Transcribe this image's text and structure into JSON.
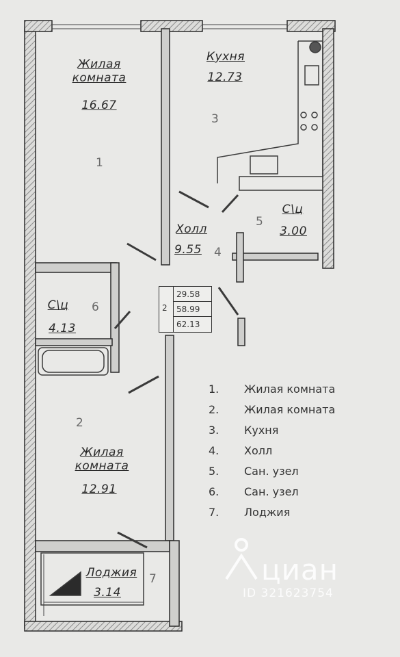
{
  "rooms": {
    "room1": {
      "label_line1": "Жилая",
      "label_line2": "комната",
      "area": "16.67",
      "number": "1"
    },
    "kitchen": {
      "label": "Кухня",
      "area": "12.73",
      "number": "3"
    },
    "hall": {
      "label": "Холл",
      "area": "9.55",
      "number": "4"
    },
    "bath5": {
      "label": "С\\ц",
      "area": "3.00",
      "number": "5"
    },
    "bath6": {
      "label": "С\\ц",
      "area": "4.13",
      "number": "6"
    },
    "room2": {
      "label_line1": "Жилая",
      "label_line2": "комната",
      "area": "12.91",
      "number": "2"
    },
    "loggia": {
      "label": "Лоджия",
      "area": "3.14",
      "number": "7"
    }
  },
  "summary": {
    "rooms_count": "2",
    "living_area": "29.58",
    "total_area": "58.99",
    "total_with_loggia": "62.13"
  },
  "legend": [
    {
      "num": "1.",
      "text": "Жилая комната"
    },
    {
      "num": "2.",
      "text": "Жилая комната"
    },
    {
      "num": "3.",
      "text": "Кухня"
    },
    {
      "num": "4.",
      "text": "Холл"
    },
    {
      "num": "5.",
      "text": "Сан. узел"
    },
    {
      "num": "6.",
      "text": "Сан. узел"
    },
    {
      "num": "7.",
      "text": "Лоджия"
    }
  ],
  "watermark": {
    "brand": "циан",
    "id": "ID 321623754"
  },
  "colors": {
    "background": "#e9e9e7",
    "wall": "#2b2b2b",
    "hatch": "#8a8a8a"
  }
}
